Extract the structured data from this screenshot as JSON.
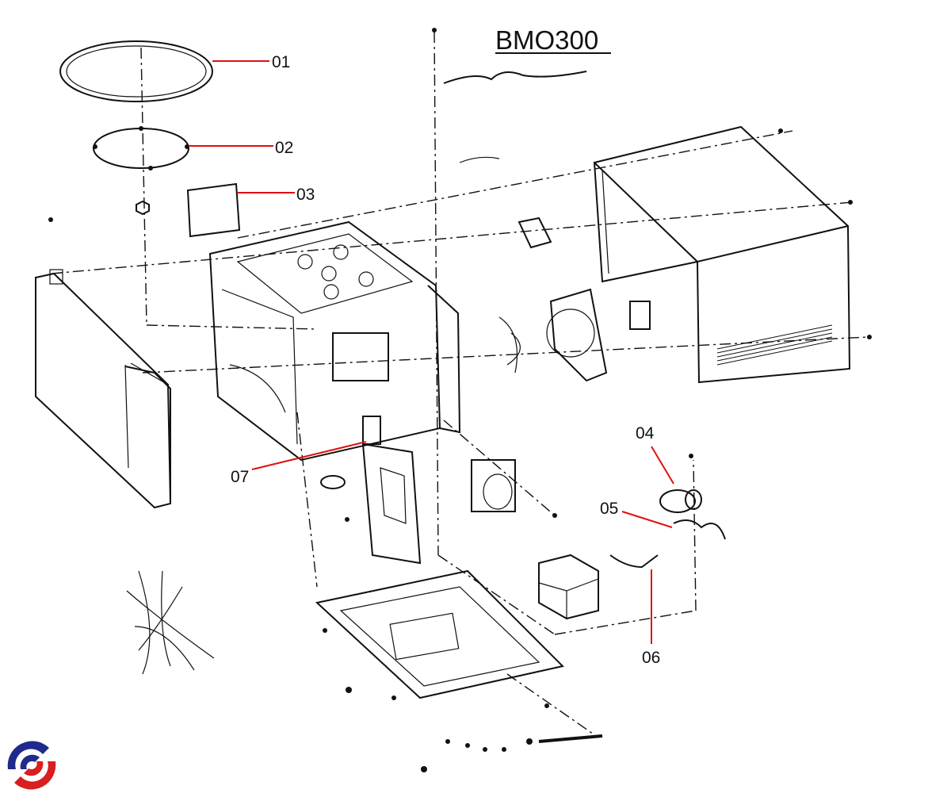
{
  "title": "BMO300",
  "colors": {
    "leader": "#e01010",
    "logo_blue": "#1f2a8c",
    "logo_red": "#d81e1e"
  },
  "callouts": [
    {
      "id": "01"
    },
    {
      "id": "02"
    },
    {
      "id": "03"
    },
    {
      "id": "04"
    },
    {
      "id": "05"
    },
    {
      "id": "06"
    },
    {
      "id": "07"
    }
  ],
  "logo": {
    "icon": "brand-logo-icon"
  }
}
